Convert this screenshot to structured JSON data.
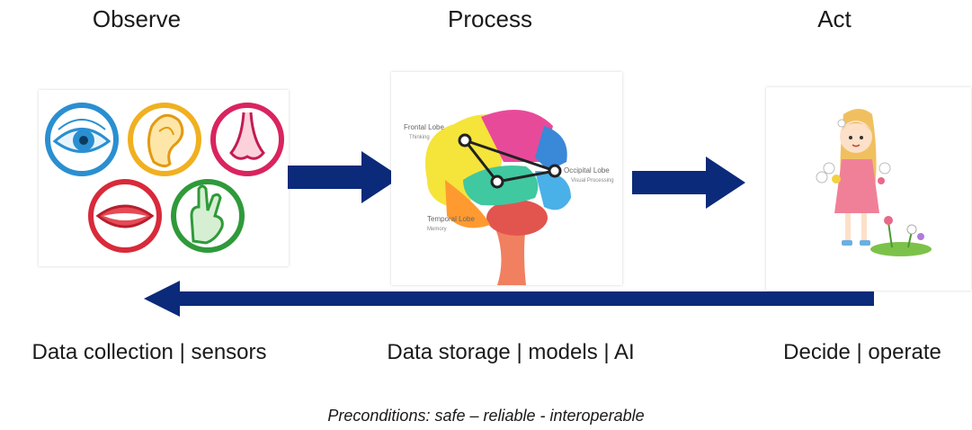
{
  "stages": [
    {
      "heading": "Observe",
      "caption": "Data collection | sensors"
    },
    {
      "heading": "Process",
      "caption": "Data storage | models | AI"
    },
    {
      "heading": "Act",
      "caption": "Decide | operate"
    }
  ],
  "brain_labels": {
    "frontal": "Frontal Lobe",
    "thinking": "Thinking",
    "occipital": "Occipital Lobe",
    "visual": "Visual Processing",
    "temporal": "Temporal Lobe",
    "memory": "Memory"
  },
  "footer": "Preconditions: safe – reliable - interoperable",
  "colors": {
    "arrow": "#0b2a7a"
  },
  "icons": [
    "eye-icon",
    "ear-icon",
    "nose-icon",
    "mouth-icon",
    "hand-icon",
    "brain-icon",
    "girl-with-flowers-icon"
  ]
}
